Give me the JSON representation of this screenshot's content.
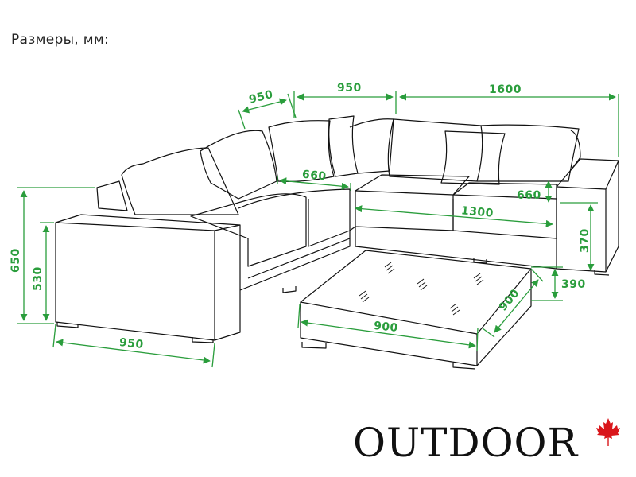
{
  "header": {
    "title": "Размеры, мм:"
  },
  "brand": {
    "logo_text": "OUTDOOR",
    "logo_icon": "maple-leaf-icon",
    "logo_icon_color": "#d9161b"
  },
  "colors": {
    "dimension_green": "#2a9d3c",
    "outline": "#111111",
    "background": "#ffffff"
  },
  "dimensions": {
    "left_section_depth": "950",
    "corner_width": "950",
    "right_section_length": "1600",
    "left_seat_depth": "660",
    "right_seat_depth": "660",
    "right_seat_length": "1300",
    "arm_height": "370",
    "total_height": "650",
    "arm_front_height": "530",
    "left_arm_length": "950",
    "table_height": "390",
    "table_depth": "900",
    "table_width": "900"
  }
}
